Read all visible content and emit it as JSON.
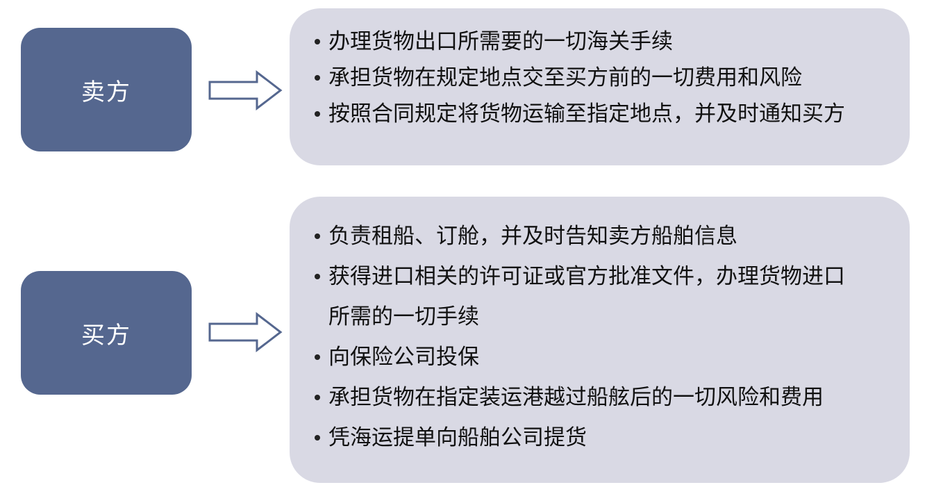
{
  "seller": {
    "label": "卖方",
    "items": [
      "办理货物出口所需要的一切海关手续",
      "承担货物在规定地点交至买方前的一切费用和风险",
      "按照合同规定将货物运输至指定地点，并及时通知买方"
    ]
  },
  "buyer": {
    "label": "买方",
    "items": [
      "负责租船、订舱，并及时告知卖方船舶信息",
      "获得进口相关的许可证或官方批准文件，办理货物进口",
      "所需的一切手续",
      "向保险公司投保",
      "承担货物在指定装运港越过船舷后的一切风险和费用",
      "凭海运提单向船舶公司提货"
    ]
  },
  "colors": {
    "role_box": "#55678f",
    "detail_box": "#d9d9e4",
    "arrow_stroke": "#55678f"
  },
  "icons": {
    "arrow": "right-arrow-icon",
    "bullet": "bullet-dot-icon"
  }
}
